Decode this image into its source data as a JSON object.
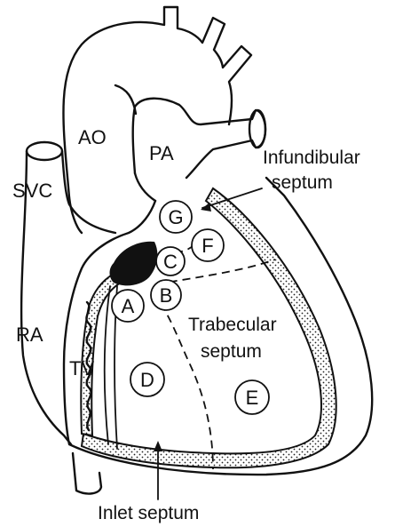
{
  "labels": {
    "ao": "AO",
    "pa": "PA",
    "svc": "SVC",
    "ra": "RA",
    "tv": "TV",
    "infundibular_line1": "Infundibular",
    "infundibular_line2": "septum",
    "trabecular_line1": "Trabecular",
    "trabecular_line2": "septum",
    "inlet": "Inlet septum"
  },
  "regions": {
    "a": "A",
    "b": "B",
    "c": "C",
    "d": "D",
    "e": "E",
    "f": "F",
    "g": "G"
  }
}
